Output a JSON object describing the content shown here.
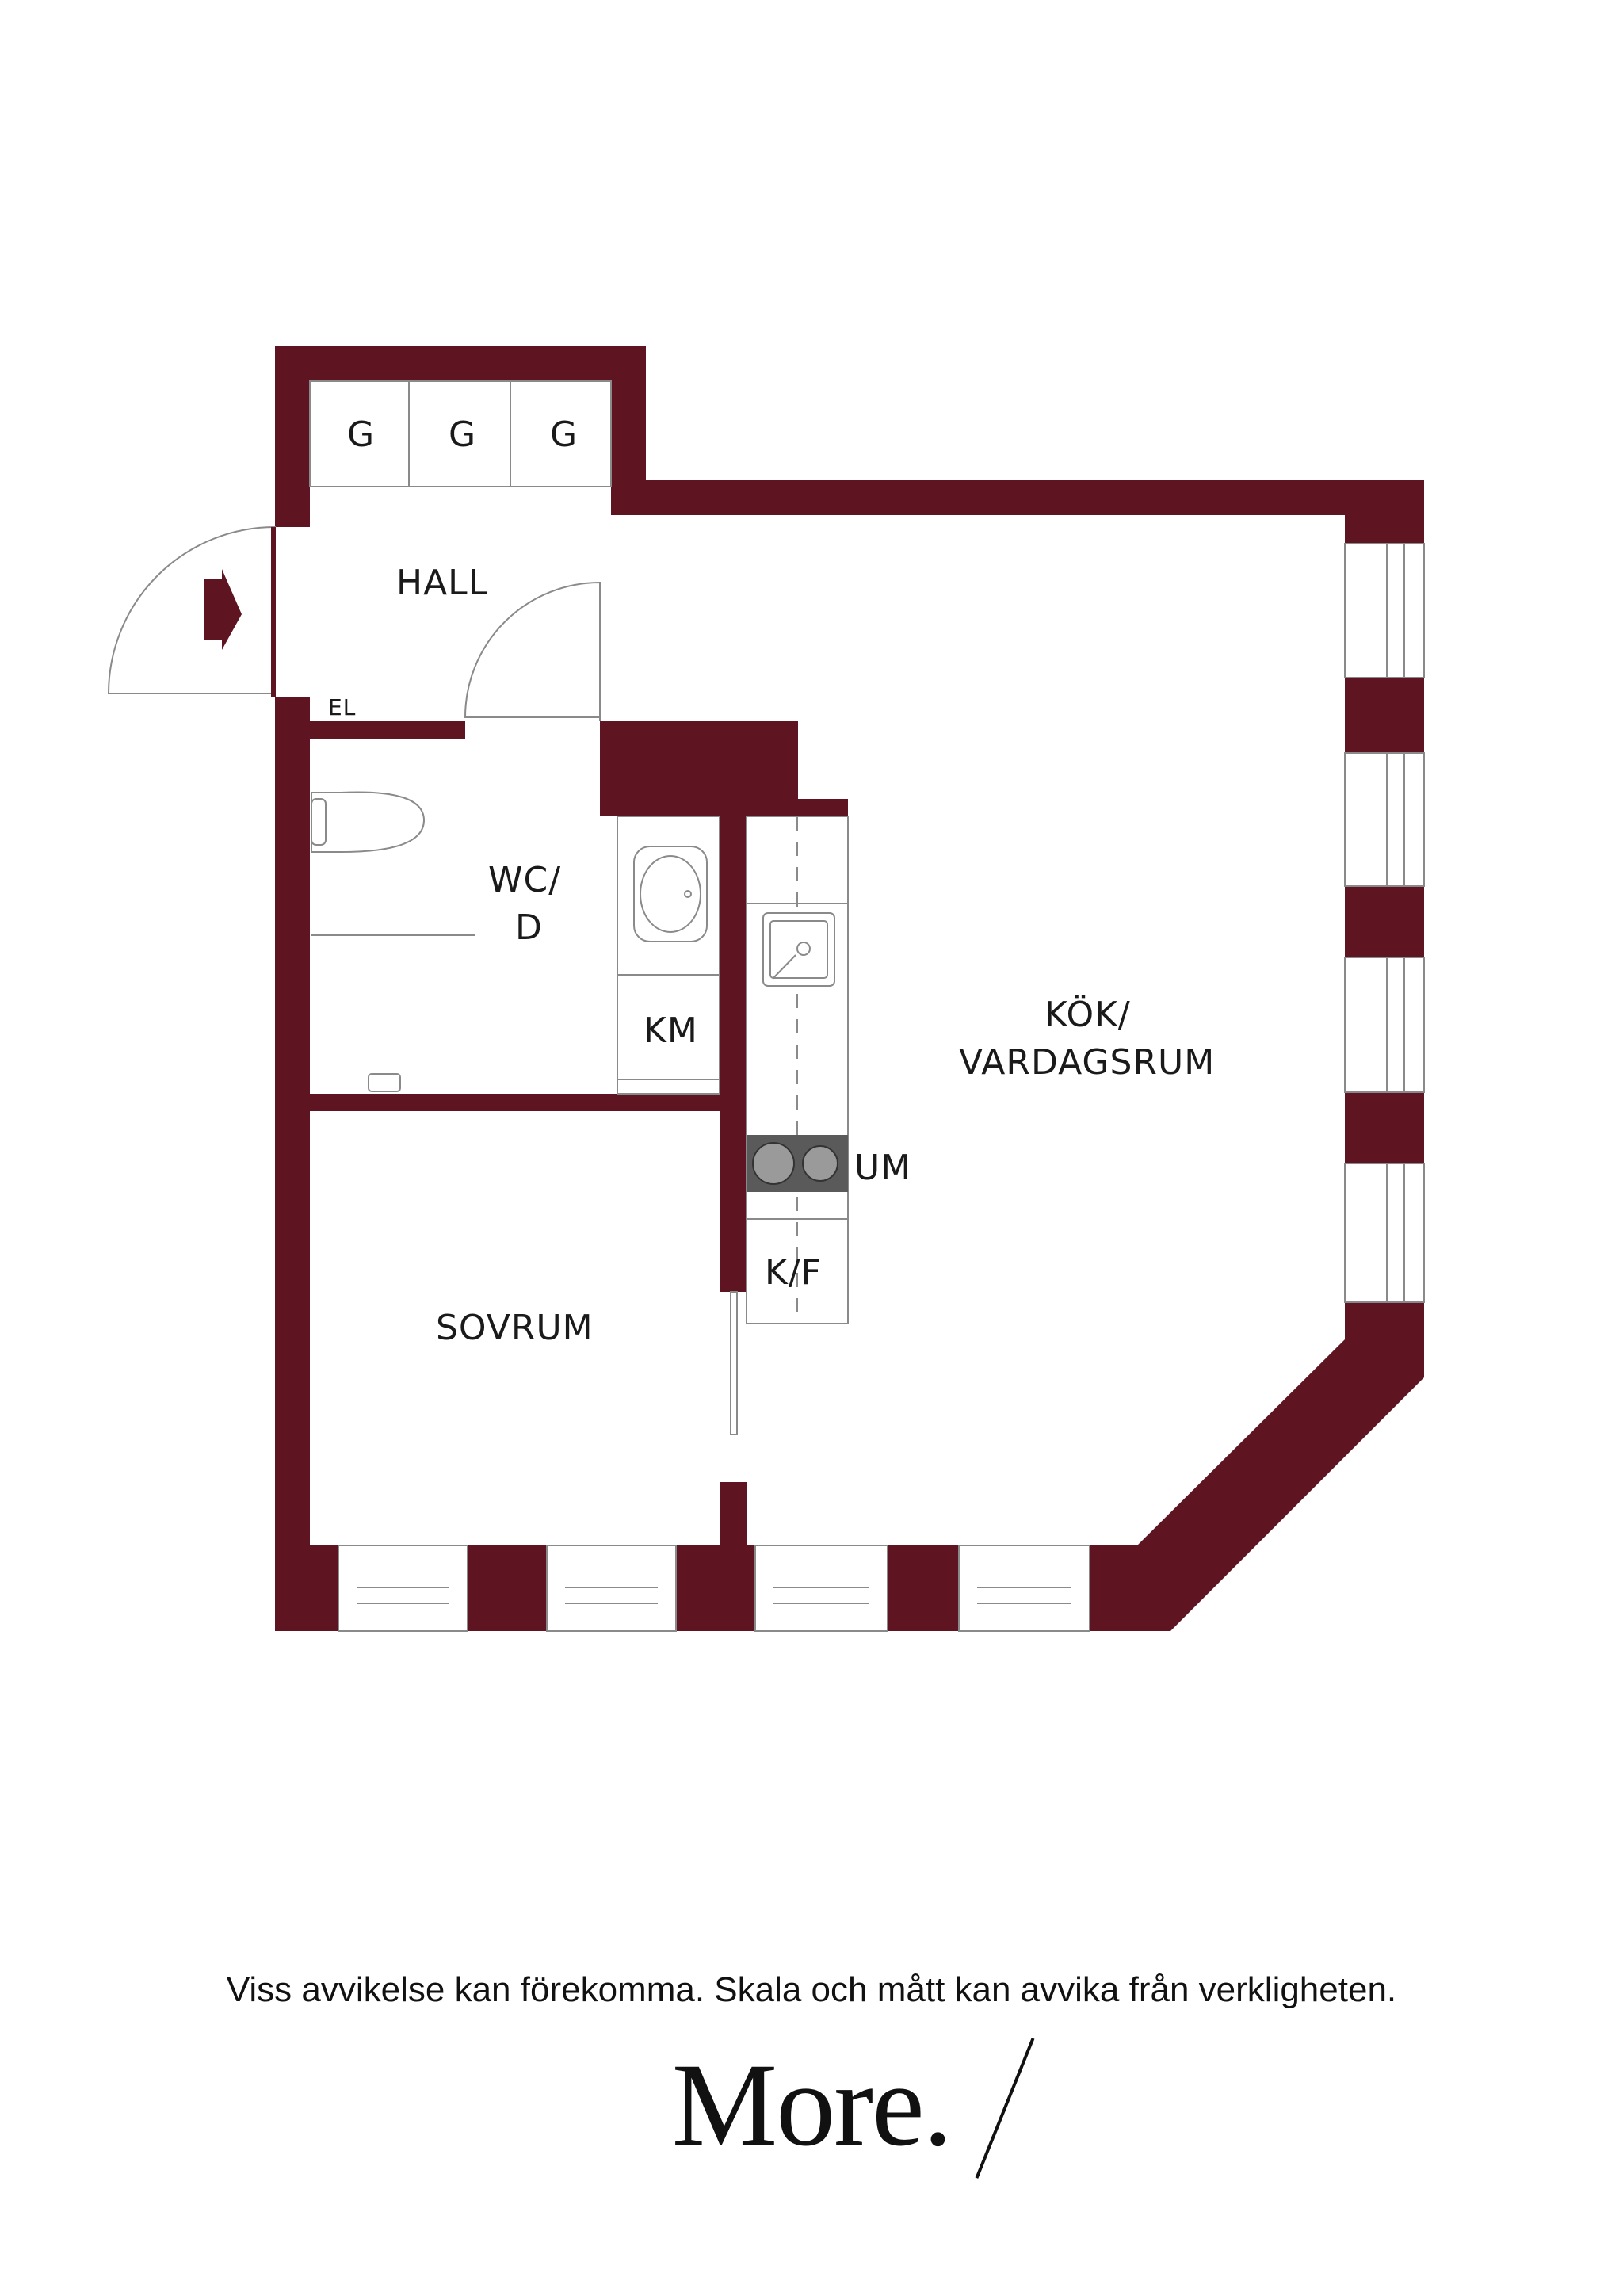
{
  "floorplan": {
    "rooms": {
      "storage_1": "G",
      "storage_2": "G",
      "storage_3": "G",
      "hall": "HALL",
      "electric": "EL",
      "wc_line1": "WC/",
      "wc_line2": "D",
      "laundry": "KM",
      "kitchen_line1": "KÖK/",
      "kitchen_line2": "VARDAGSRUM",
      "oven": "UM",
      "fridge": "K/F",
      "bedroom": "SOVRUM"
    },
    "wall_color": "#5e1521"
  },
  "footer": {
    "disclaimer": "Viss avvikelse kan förekomma. Skala och mått kan avvika från verkligheten.",
    "brand": "More."
  }
}
